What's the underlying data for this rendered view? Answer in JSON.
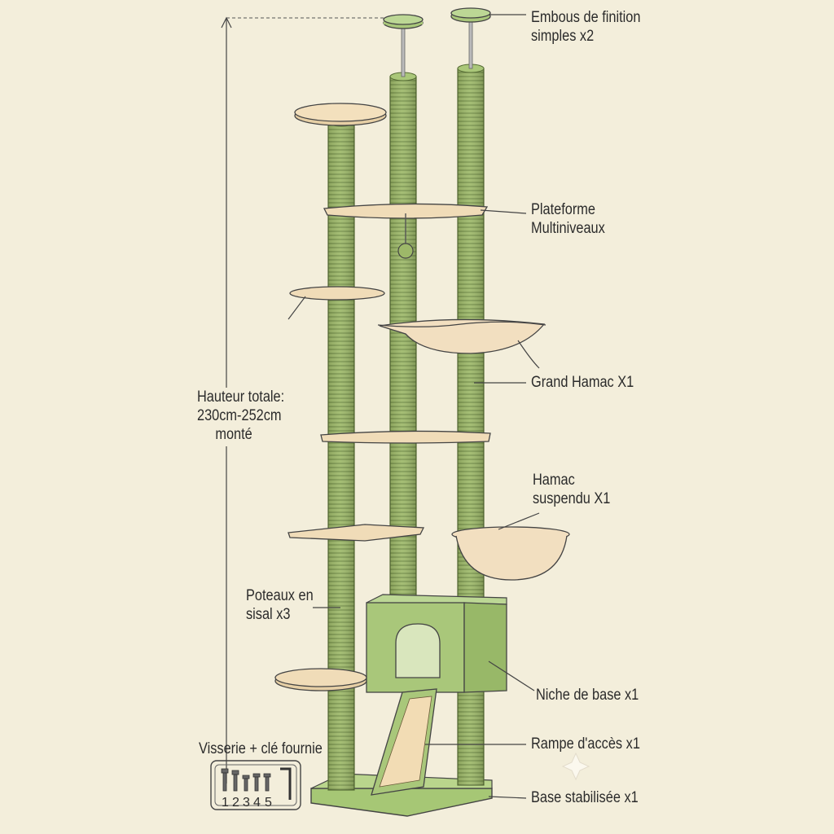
{
  "labels": {
    "end_caps_1": "Embous de finition",
    "end_caps_2": "simples x2",
    "platform_1": "Plateforme",
    "platform_2": "Multiniveaux",
    "height_1": "Hauteur totale:",
    "height_2": "230cm-252cm",
    "height_3": "monté",
    "large_hammock": "Grand Hamac X1",
    "hanging_hammock_1": "Hamac",
    "hanging_hammock_2": "suspendu X1",
    "posts_1": "Poteaux en",
    "posts_2": "sisal x3",
    "condo": "Niche de base x1",
    "hardware": "Visserie + clé fournie",
    "ramp": "Rampe d'accès x1",
    "base": "Base stabilisée x1"
  },
  "hardware_numbers": [
    "1",
    "2",
    "3",
    "4",
    "5"
  ],
  "colors": {
    "background": "#f3eedb",
    "sisal": "#9db869",
    "wood": "#f0dcb8",
    "condo": "#a9c77a",
    "base": "#a6c775",
    "text": "#2b2b2b"
  }
}
